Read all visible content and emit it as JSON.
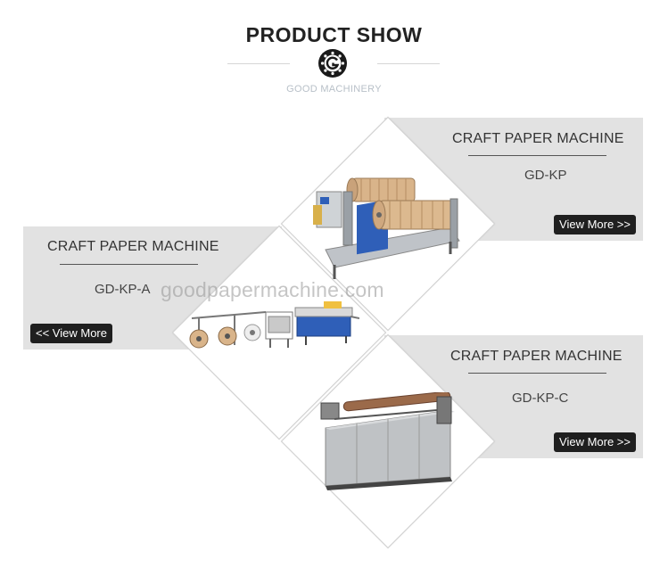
{
  "header": {
    "title": "PRODUCT SHOW",
    "subtitle": "GOOD MACHINERY"
  },
  "watermark": "goodpapermachine.com",
  "products": [
    {
      "title": "CRAFT PAPER MACHINE",
      "model": "GD-KP",
      "button": "View More >>"
    },
    {
      "title": "CRAFT PAPER MACHINE",
      "model": "GD-KP-A",
      "button": "<<  View More"
    },
    {
      "title": "CRAFT PAPER MACHINE",
      "model": "GD-KP-C",
      "button": "View More >>"
    }
  ],
  "colors": {
    "panel": "#e2e2e2",
    "button": "#1f1f1f",
    "machine_blue": "#2f5fb8",
    "roll_beige": "#d9b48a"
  }
}
